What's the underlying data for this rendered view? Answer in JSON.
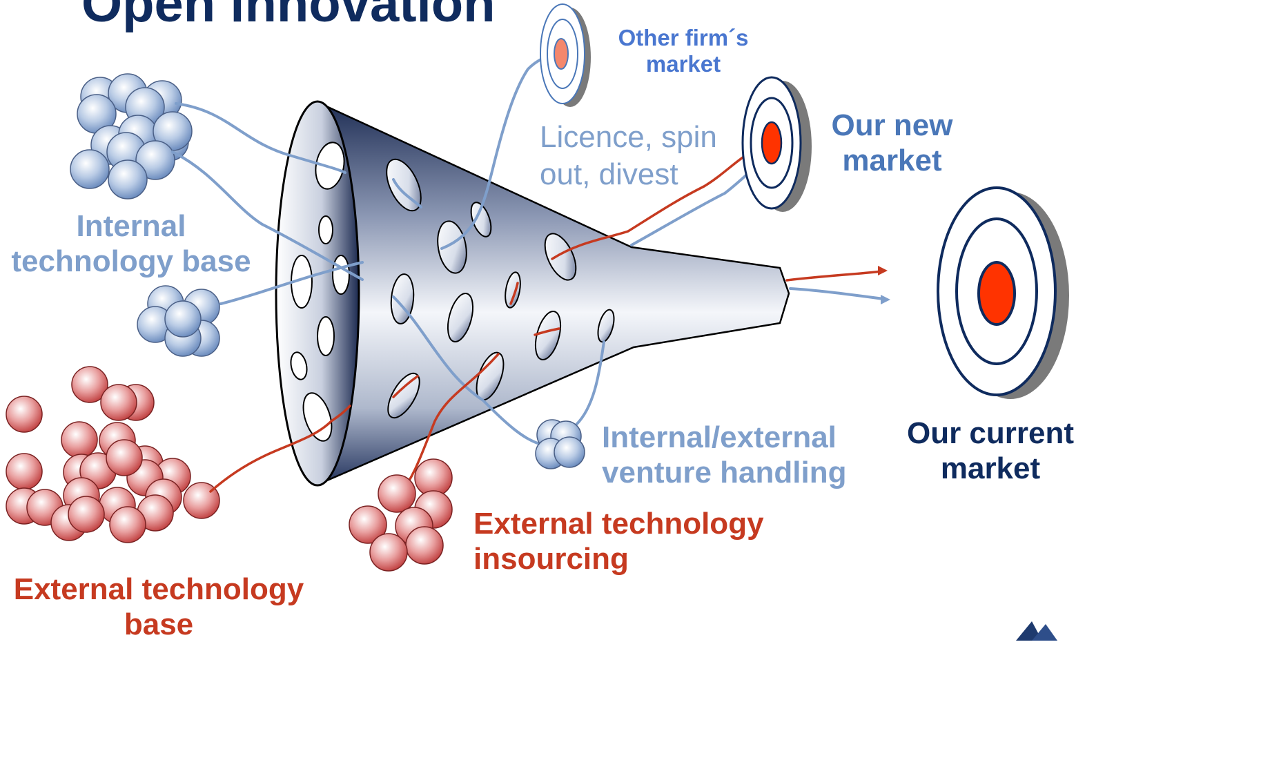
{
  "title": "Open innovation",
  "labels": {
    "internal_base": [
      "Internal",
      "technology base"
    ],
    "external_base": [
      "External technology",
      "base"
    ],
    "external_insourcing": [
      "External technology",
      "insourcing"
    ],
    "venture": [
      "Internal/external",
      "venture handling"
    ],
    "licence": [
      "Licence, spin",
      "out, divest"
    ],
    "other_market": [
      "Other firm´s",
      "market"
    ],
    "new_market": [
      "Our new",
      "market"
    ],
    "current_market": [
      "Our current",
      "market"
    ]
  },
  "colors": {
    "internal": "#7F9FCB",
    "external": "#C63A20",
    "navy": "#0F2B5E",
    "target_center": "#FF3300"
  },
  "icons": [
    "funnel-icon",
    "target-icon",
    "sphere-cluster-icon",
    "logo-icon"
  ]
}
